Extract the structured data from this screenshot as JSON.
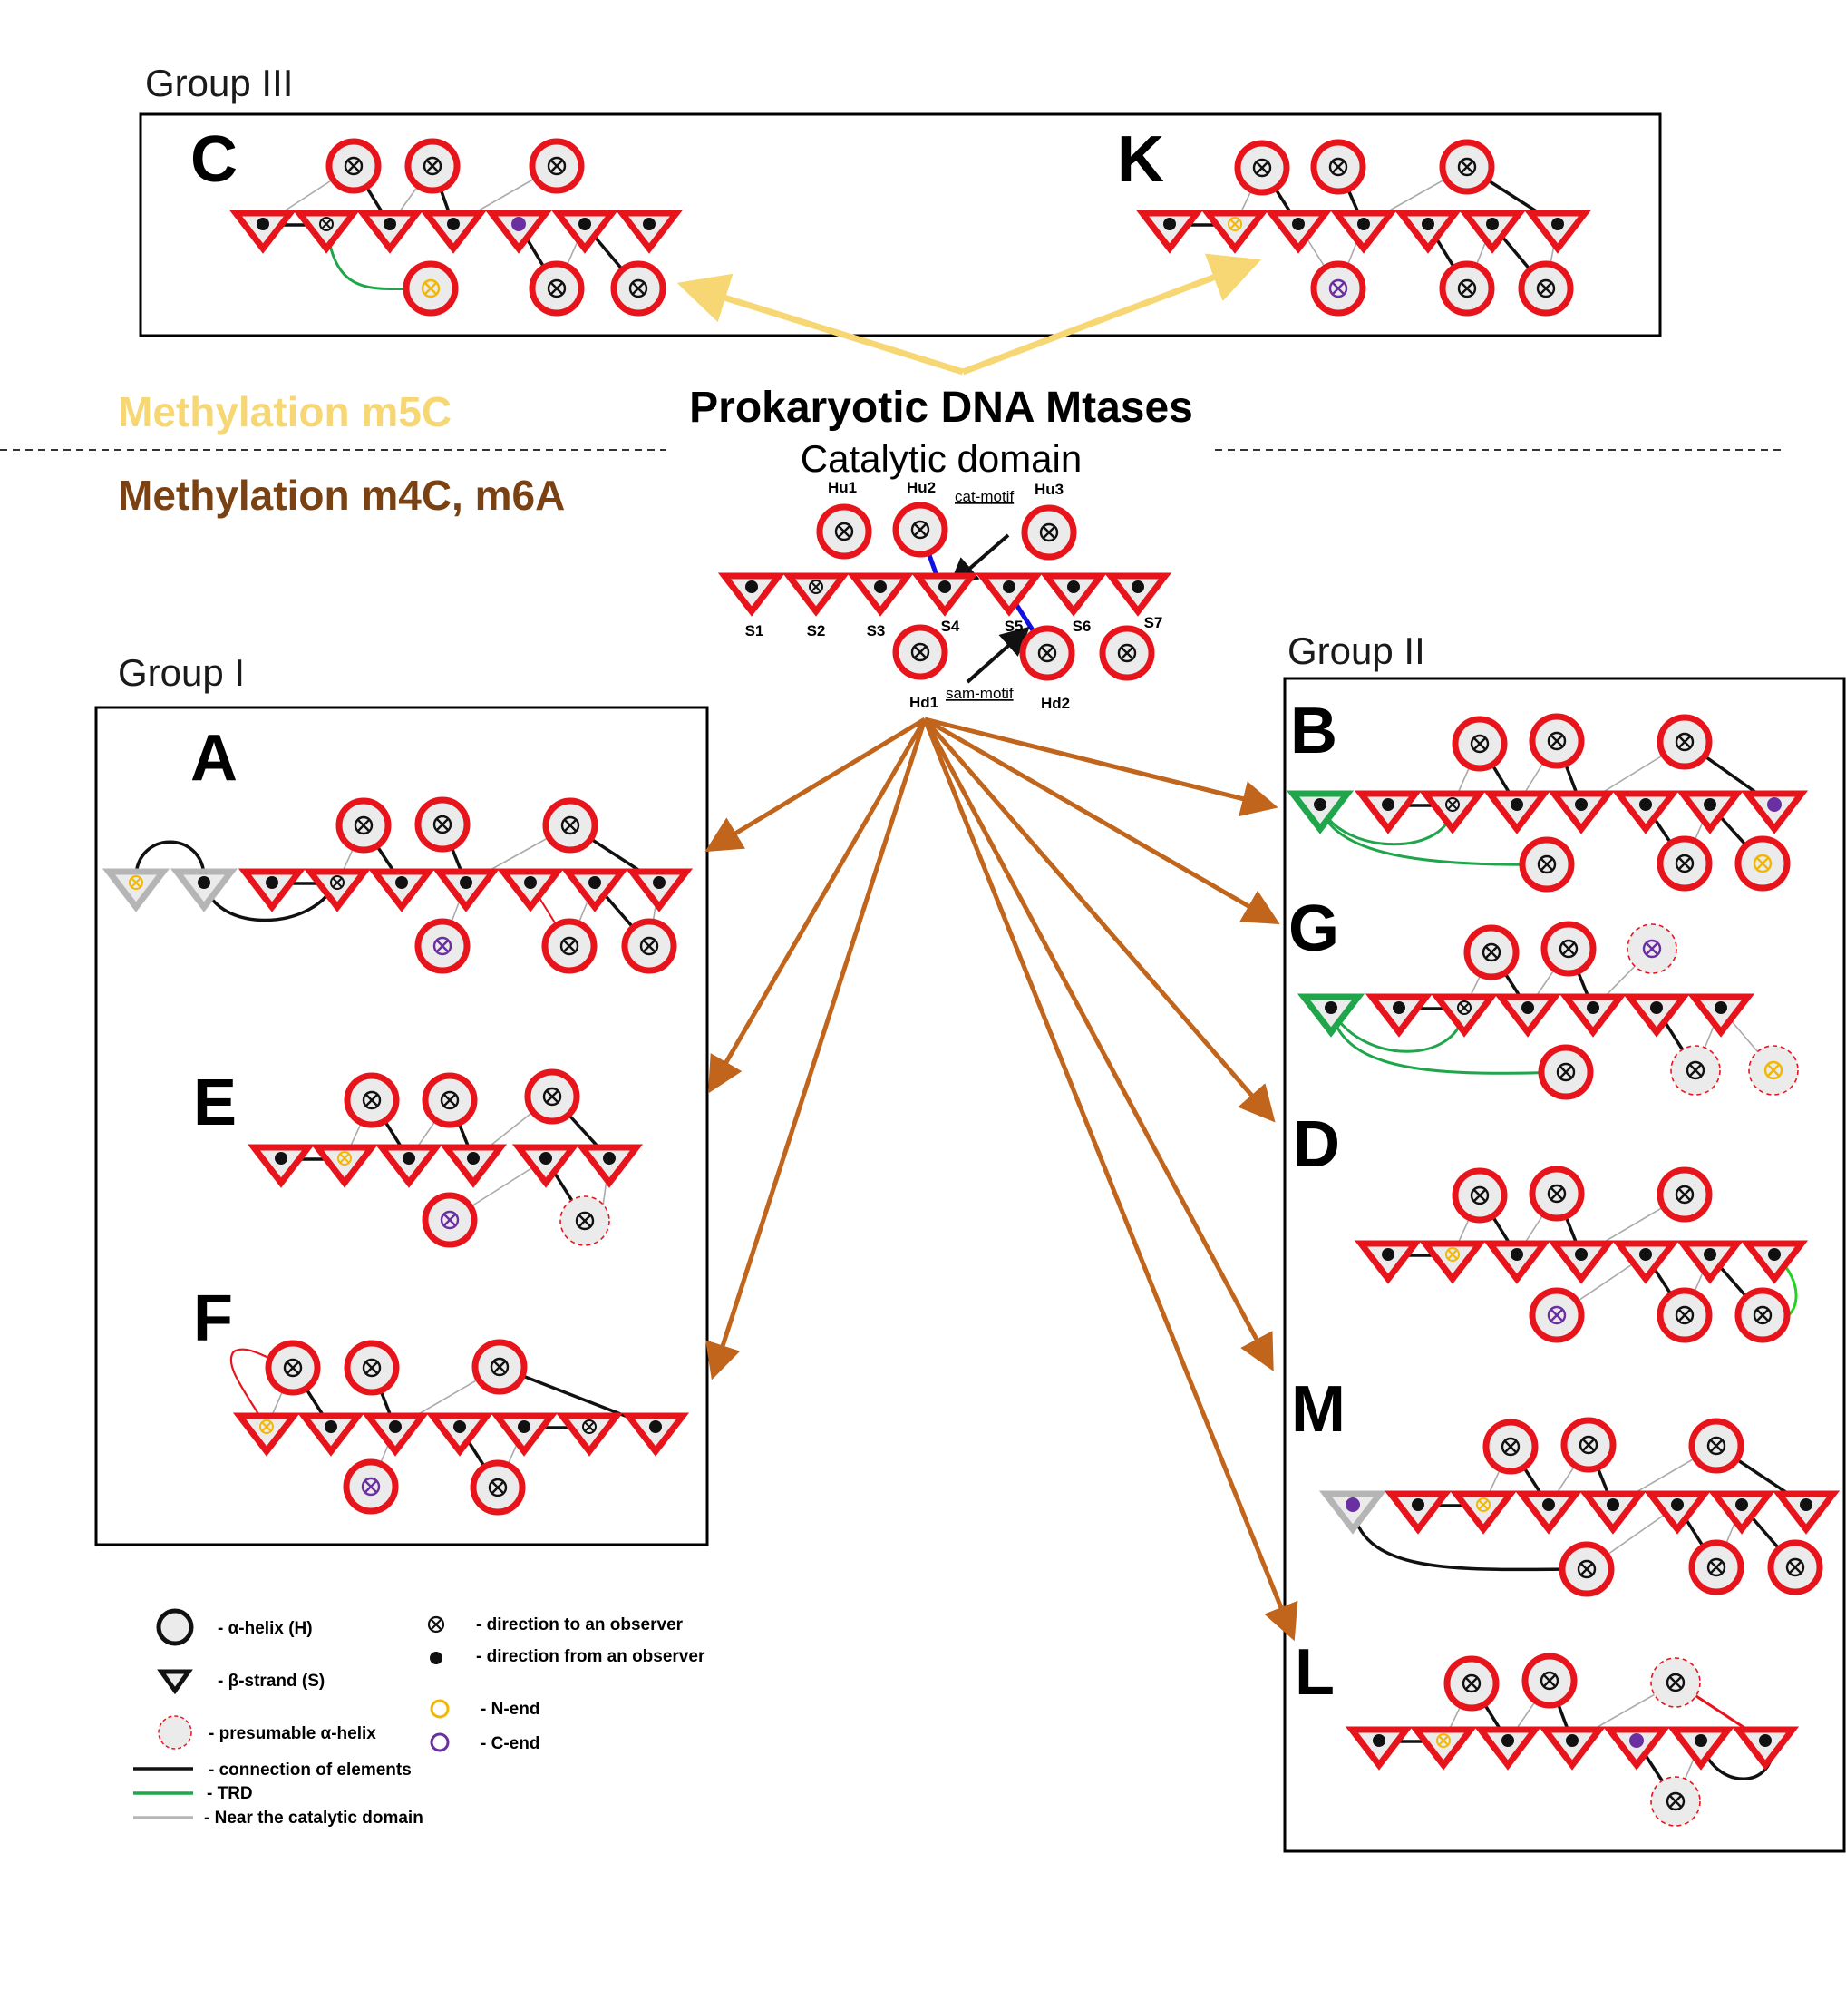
{
  "classes": {
    "m5c": "Methylation m5C",
    "m4c": "Methylation m4C, m6A"
  },
  "title": "Prokaryotic DNA Mtases",
  "subtitle": "Catalytic domain",
  "groups": {
    "g1": "Group I",
    "g2": "Group II",
    "g3": "Group III"
  },
  "letters": {
    "A": "A",
    "B": "B",
    "C": "C",
    "D": "D",
    "E": "E",
    "F": "F",
    "G": "G",
    "K": "K",
    "L": "L",
    "M": "M"
  },
  "core_labels": {
    "Hu1": "Hu1",
    "Hu2": "Hu2",
    "Hu3": "Hu3",
    "S1": "S1",
    "S2": "S2",
    "S3": "S3",
    "S4": "S4",
    "S5": "S5",
    "S6": "S6",
    "S7": "S7",
    "Hd1": "Hd1",
    "Hd2": "Hd2",
    "cat": "cat-motif",
    "sam": "sam-motif"
  },
  "legend": {
    "helix": "- α-helix (H)",
    "strand": "- β-strand (S)",
    "presumable": "- presumable α-helix",
    "connection": "- connection of elements",
    "trd": "- TRD",
    "near": "- Near the catalytic domain",
    "toward": "- direction to an observer",
    "away": "- direction from an observer",
    "nend": "- N-end",
    "cend": "- C-end"
  },
  "colors": {
    "element_outline": "#e8141b",
    "element_fill": "#ebebeb",
    "m5c_arrow": "#f7d774",
    "m4c_arrow": "#c0651b",
    "trd": "#1fa54a",
    "n_end": "#f2b705",
    "c_end": "#6a2fa0",
    "cat_link": "#1010e0"
  }
}
